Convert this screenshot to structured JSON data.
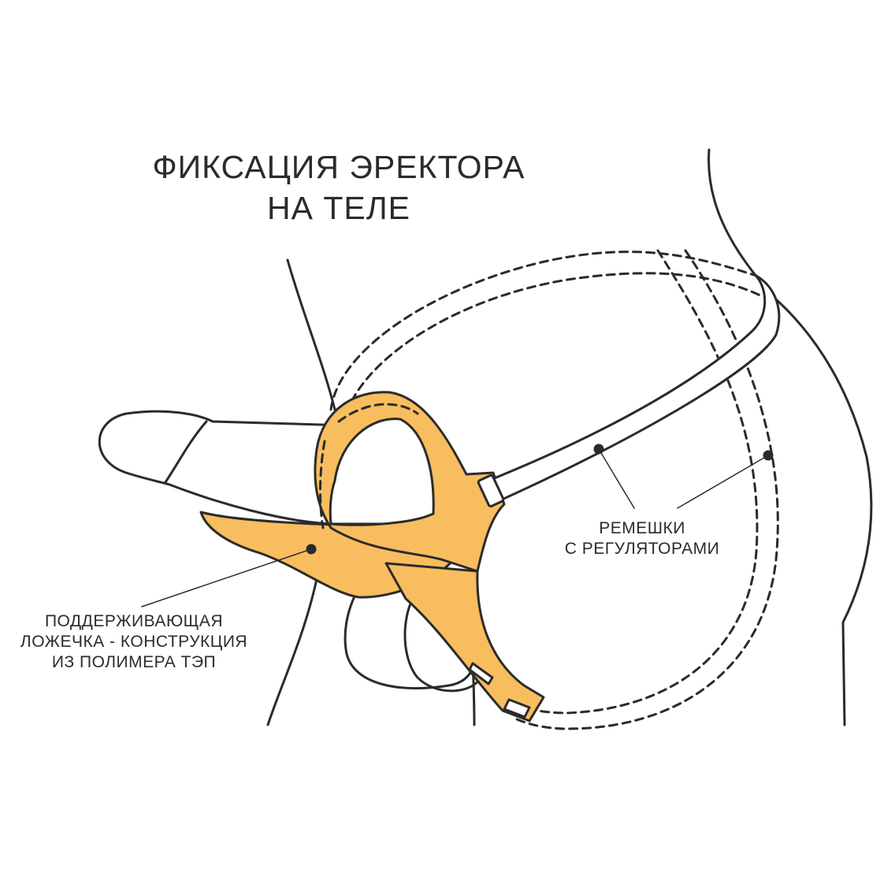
{
  "title": {
    "line1": "ФИКСАЦИЯ ЭРЕКТОРА",
    "line2": "НА ТЕЛЕ"
  },
  "labels": {
    "straps": {
      "line1": "РЕМЕШКИ",
      "line2": "С РЕГУЛЯТОРАМИ"
    },
    "spoon": {
      "line1": "ПОДДЕРЖИВАЮЩАЯ",
      "line2": "ЛОЖЕЧКА - КОНСТРУКЦИЯ",
      "line3": "ИЗ ПОЛИМЕРА ТЭП"
    }
  },
  "colors": {
    "accent": "#F8BD5E",
    "line": "#2b2b2b"
  }
}
